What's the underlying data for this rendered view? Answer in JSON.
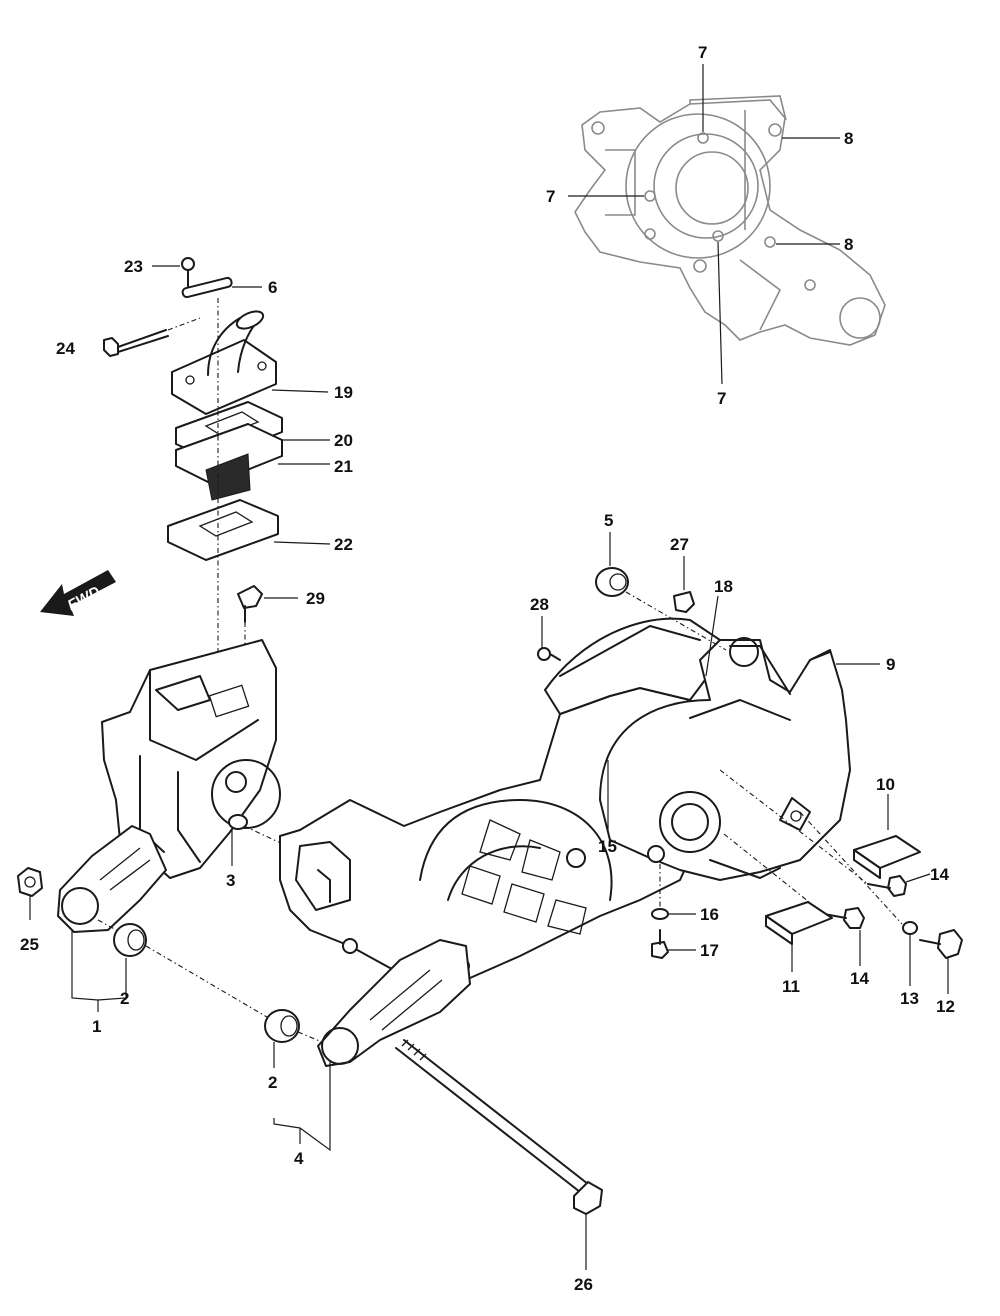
{
  "diagram": {
    "fwd_label": "FWD",
    "callouts": [
      {
        "id": "c7a",
        "text": "7"
      },
      {
        "id": "c8a",
        "text": "8"
      },
      {
        "id": "c7b",
        "text": "7"
      },
      {
        "id": "c8b",
        "text": "8"
      },
      {
        "id": "c7c",
        "text": "7"
      },
      {
        "id": "c23",
        "text": "23"
      },
      {
        "id": "c6",
        "text": "6"
      },
      {
        "id": "c24",
        "text": "24"
      },
      {
        "id": "c19",
        "text": "19"
      },
      {
        "id": "c20",
        "text": "20"
      },
      {
        "id": "c21",
        "text": "21"
      },
      {
        "id": "c22",
        "text": "22"
      },
      {
        "id": "c29",
        "text": "29"
      },
      {
        "id": "c5",
        "text": "5"
      },
      {
        "id": "c27",
        "text": "27"
      },
      {
        "id": "c18",
        "text": "18"
      },
      {
        "id": "c28",
        "text": "28"
      },
      {
        "id": "c9",
        "text": "9"
      },
      {
        "id": "c10",
        "text": "10"
      },
      {
        "id": "c3",
        "text": "3"
      },
      {
        "id": "c15",
        "text": "15"
      },
      {
        "id": "c14a",
        "text": "14"
      },
      {
        "id": "c16",
        "text": "16"
      },
      {
        "id": "c17",
        "text": "17"
      },
      {
        "id": "c25",
        "text": "25"
      },
      {
        "id": "c2a",
        "text": "2"
      },
      {
        "id": "c1",
        "text": "1"
      },
      {
        "id": "c11",
        "text": "11"
      },
      {
        "id": "c14b",
        "text": "14"
      },
      {
        "id": "c13",
        "text": "13"
      },
      {
        "id": "c12",
        "text": "12"
      },
      {
        "id": "c2b",
        "text": "2"
      },
      {
        "id": "c4",
        "text": "4"
      },
      {
        "id": "c26",
        "text": "26"
      }
    ]
  }
}
